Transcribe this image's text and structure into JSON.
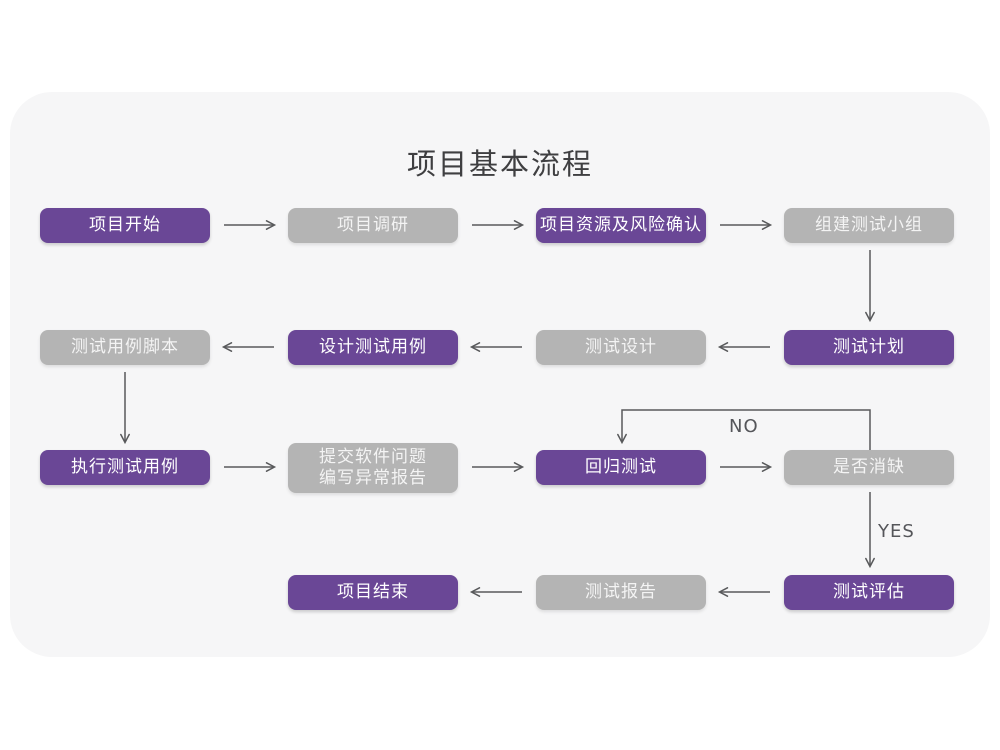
{
  "title": "项目基本流程",
  "diagram": {
    "labels": {
      "no": "NO",
      "yes": "YES"
    },
    "colors": {
      "node_purple": "#6a4796",
      "node_gray": "#b4b4b4",
      "card_background": "#f6f6f7",
      "arrow": "#58595b",
      "title_text": "#3f3f41"
    },
    "nodes": [
      {
        "id": "project-start",
        "label": "项目开始",
        "style": "purple"
      },
      {
        "id": "project-research",
        "label": "项目调研",
        "style": "gray"
      },
      {
        "id": "project-resources-risk-confirm",
        "label": "项目资源及风险确认",
        "style": "purple"
      },
      {
        "id": "build-test-team",
        "label": "组建测试小组",
        "style": "gray"
      },
      {
        "id": "test-plan",
        "label": "测试计划",
        "style": "purple"
      },
      {
        "id": "test-design",
        "label": "测试设计",
        "style": "gray"
      },
      {
        "id": "design-test-cases",
        "label": "设计测试用例",
        "style": "purple"
      },
      {
        "id": "test-case-script",
        "label": "测试用例脚本",
        "style": "gray"
      },
      {
        "id": "execute-test-cases",
        "label": "执行测试用例",
        "style": "purple"
      },
      {
        "id": "submit-issues-write-report",
        "label": "提交软件问题\n编写异常报告",
        "style": "gray"
      },
      {
        "id": "regression-test",
        "label": "回归测试",
        "style": "purple"
      },
      {
        "id": "defect-cleared",
        "label": "是否消缺",
        "style": "gray"
      },
      {
        "id": "test-evaluation",
        "label": "测试评估",
        "style": "purple"
      },
      {
        "id": "test-report",
        "label": "测试报告",
        "style": "gray"
      },
      {
        "id": "project-end",
        "label": "项目结束",
        "style": "purple"
      }
    ]
  }
}
